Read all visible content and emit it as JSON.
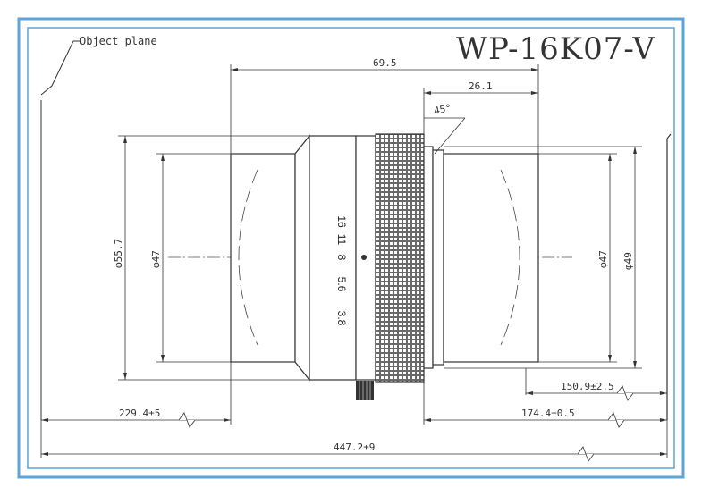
{
  "drawing": {
    "title": "WP-16K07-V",
    "object_plane_label": "Object plane",
    "colors": {
      "frame": "#5aa6da",
      "line": "#333333",
      "knurl": "#444444"
    },
    "dimensions": {
      "overall_length": "69.5",
      "rear_length": "26.1",
      "angle": "45°",
      "diameter_left": "φ55.7",
      "diameter_front": "φ47",
      "diameter_rear": "φ47",
      "diameter_rear_outer": "φ49",
      "dist_150": "150.9±2.5",
      "dist_229": "229.4±5",
      "dist_174": "174.4±0.5",
      "dist_total": "447.2±9"
    },
    "f_numbers": [
      "16",
      "11",
      "8",
      "5.6",
      "3.8"
    ]
  }
}
